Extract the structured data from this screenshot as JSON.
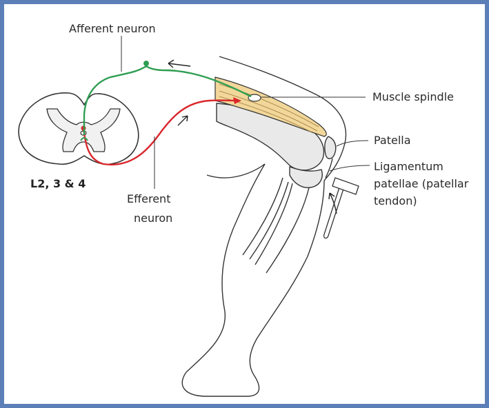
{
  "labels": {
    "afferent": "Afferent neuron",
    "efferent_line1": "Efferent",
    "efferent_line2": "neuron",
    "segments": "L2, 3 & 4",
    "muscle_spindle": "Muscle spindle",
    "patella": "Patella",
    "ligamentum_line1": "Ligamentum",
    "ligamentum_line2": "patellae (patellar",
    "ligamentum_line3": "tendon)"
  },
  "colors": {
    "frame": "#5d7fb8",
    "afferent_path": "#2e9e52",
    "efferent_path": "#d9262b",
    "muscle": "#f2d79a",
    "outline": "#333333",
    "bone_fill": "#e9e9e9"
  }
}
